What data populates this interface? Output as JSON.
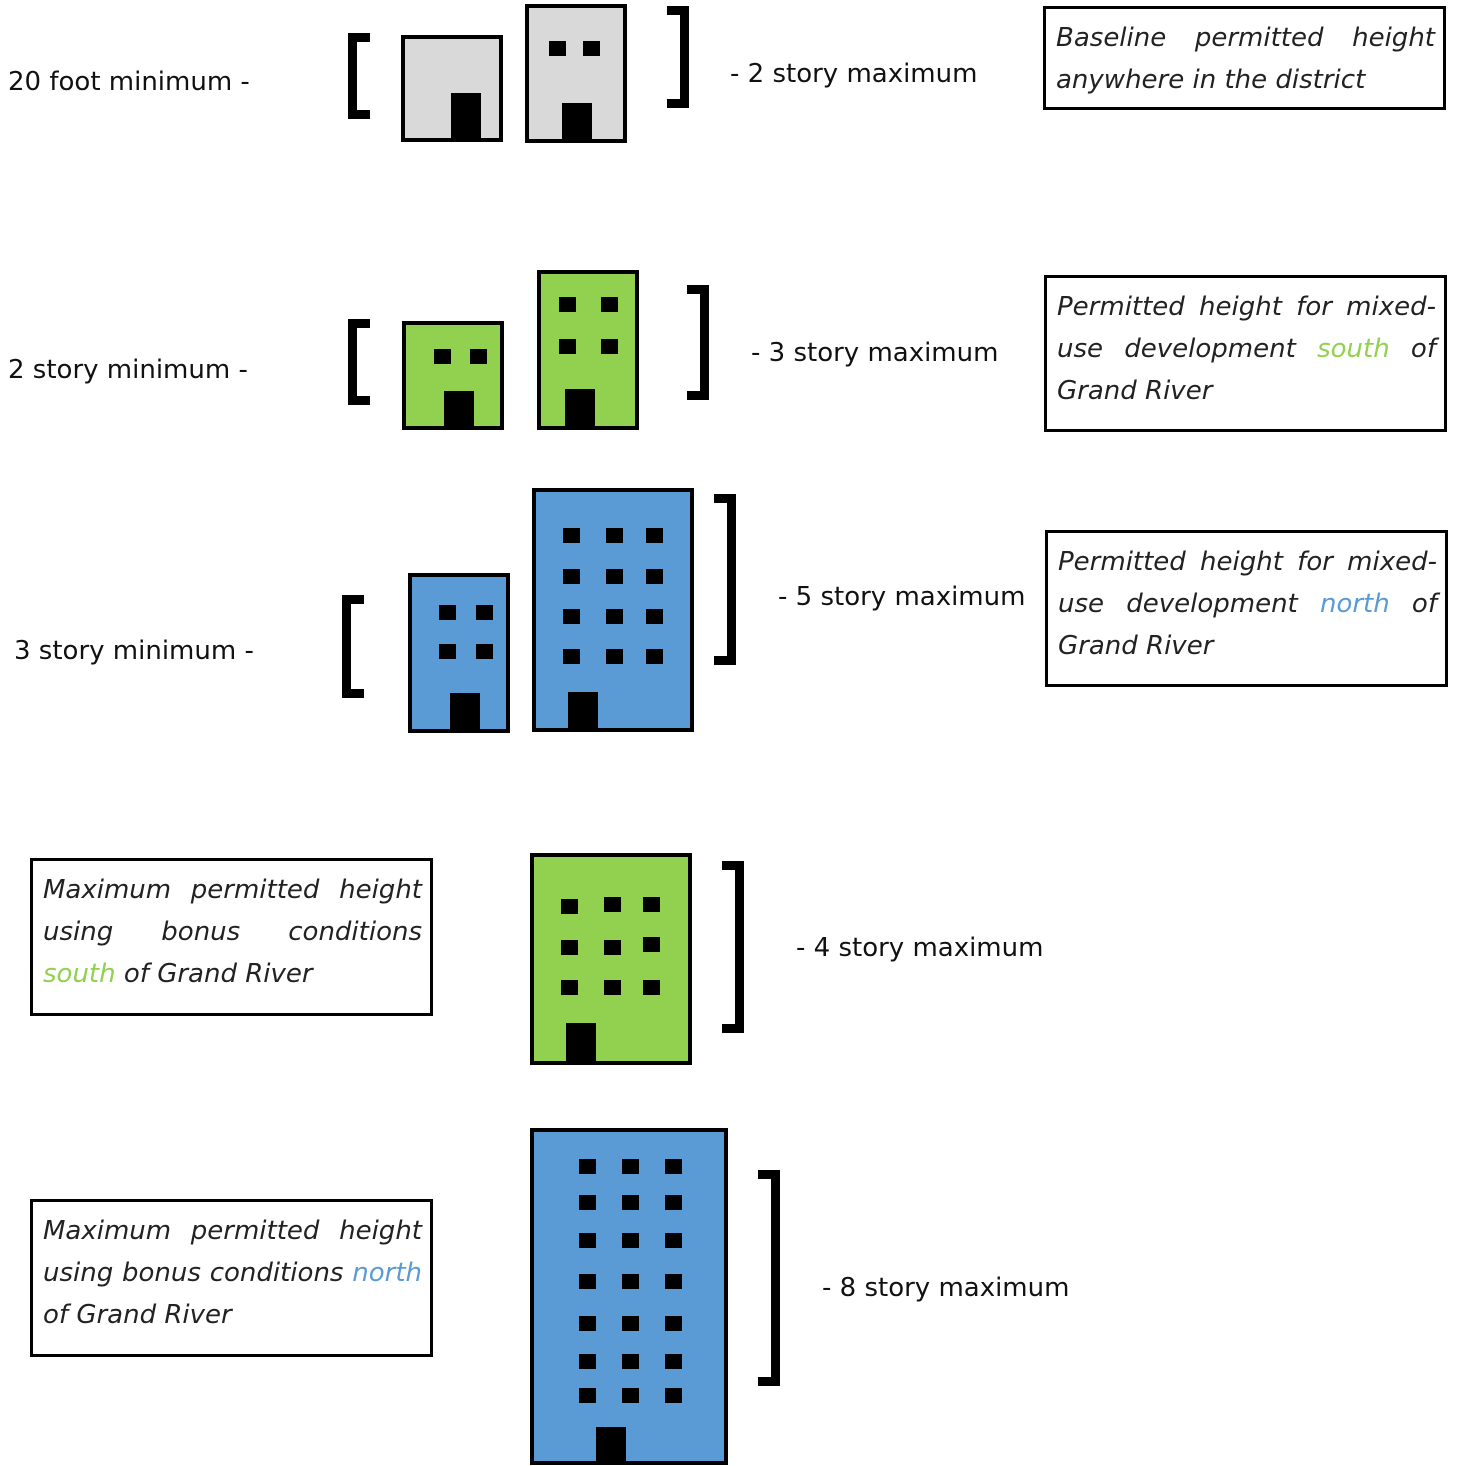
{
  "colors": {
    "gray": "#d9d9d9",
    "green": "#92d050",
    "blue": "#5b9bd5",
    "outline": "#000000"
  },
  "rows": {
    "baseline": {
      "min_label": "20 foot minimum   -",
      "max_label": "- 2 story maximum",
      "note": "Baseline permitted height anywhere in the district"
    },
    "south": {
      "min_label": "2 story minimum   -",
      "max_label": "- 3 story maximum",
      "note_pre": "Permitted height for mixed-use development ",
      "note_hl": "south",
      "note_post": " of Grand River"
    },
    "north": {
      "min_label": "3 story minimum   -",
      "max_label": "- 5 story maximum",
      "note_pre": "Permitted height for mixed-use development ",
      "note_hl": "north",
      "note_post": " of Grand River"
    },
    "bonus_south": {
      "max_label": "- 4 story maximum",
      "note_pre": "Maximum permitted height using bonus conditions ",
      "note_hl": "south",
      "note_post": " of Grand River"
    },
    "bonus_north": {
      "max_label": "- 8 story maximum",
      "note_pre": "Maximum permitted height using bonus conditions ",
      "note_hl": "north",
      "note_post": " of Grand River"
    }
  }
}
